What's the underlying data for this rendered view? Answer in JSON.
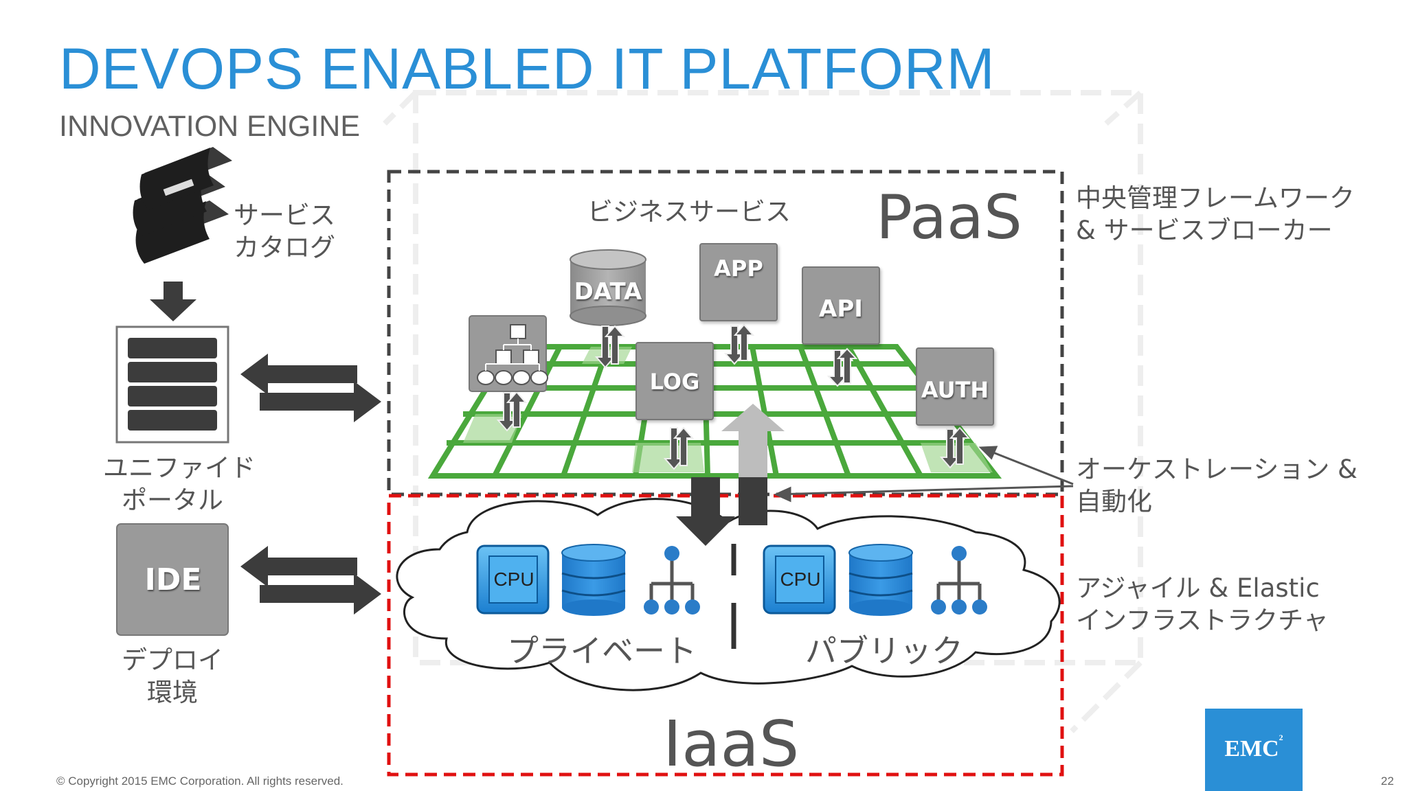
{
  "slide": {
    "title": "DEVOPS ENABLED IT PLATFORM",
    "subtitle": "INNOVATION ENGINE",
    "footer": "© Copyright 2015 EMC Corporation. All rights reserved.",
    "page_number": "22",
    "logo": "EMC",
    "logo_sup": "2"
  },
  "left": {
    "catalog_line1": "サービス",
    "catalog_line2": "カタログ",
    "portal_line1": "ユニファイド",
    "portal_line2": "ポータル",
    "ide_box": "IDE",
    "deploy_line1": "デプロイ",
    "deploy_line2": "環境"
  },
  "paas": {
    "label": "PaaS",
    "business_services": "ビジネスサービス",
    "services": [
      "DATA",
      "APP",
      "API",
      "LOG",
      "AUTH"
    ]
  },
  "iaas": {
    "label": "IaaS",
    "private": "プライベート",
    "public": "パブリック",
    "cpu": "CPU"
  },
  "right": {
    "framework_line1": "中央管理フレームワーク",
    "framework_line2": "& サービスブローカー",
    "orchestration_line1": "オーケストレーション &",
    "orchestration_line2": "自動化",
    "agile_line1": "アジャイル & Elastic",
    "agile_line2": "インフラストラクチャ"
  },
  "colors": {
    "title_blue": "#2a8fd6",
    "grid_green": "#4aa83c",
    "iaas_red": "#e01010",
    "paas_dash": "#444444",
    "box_gray": "#9a9a9a"
  }
}
